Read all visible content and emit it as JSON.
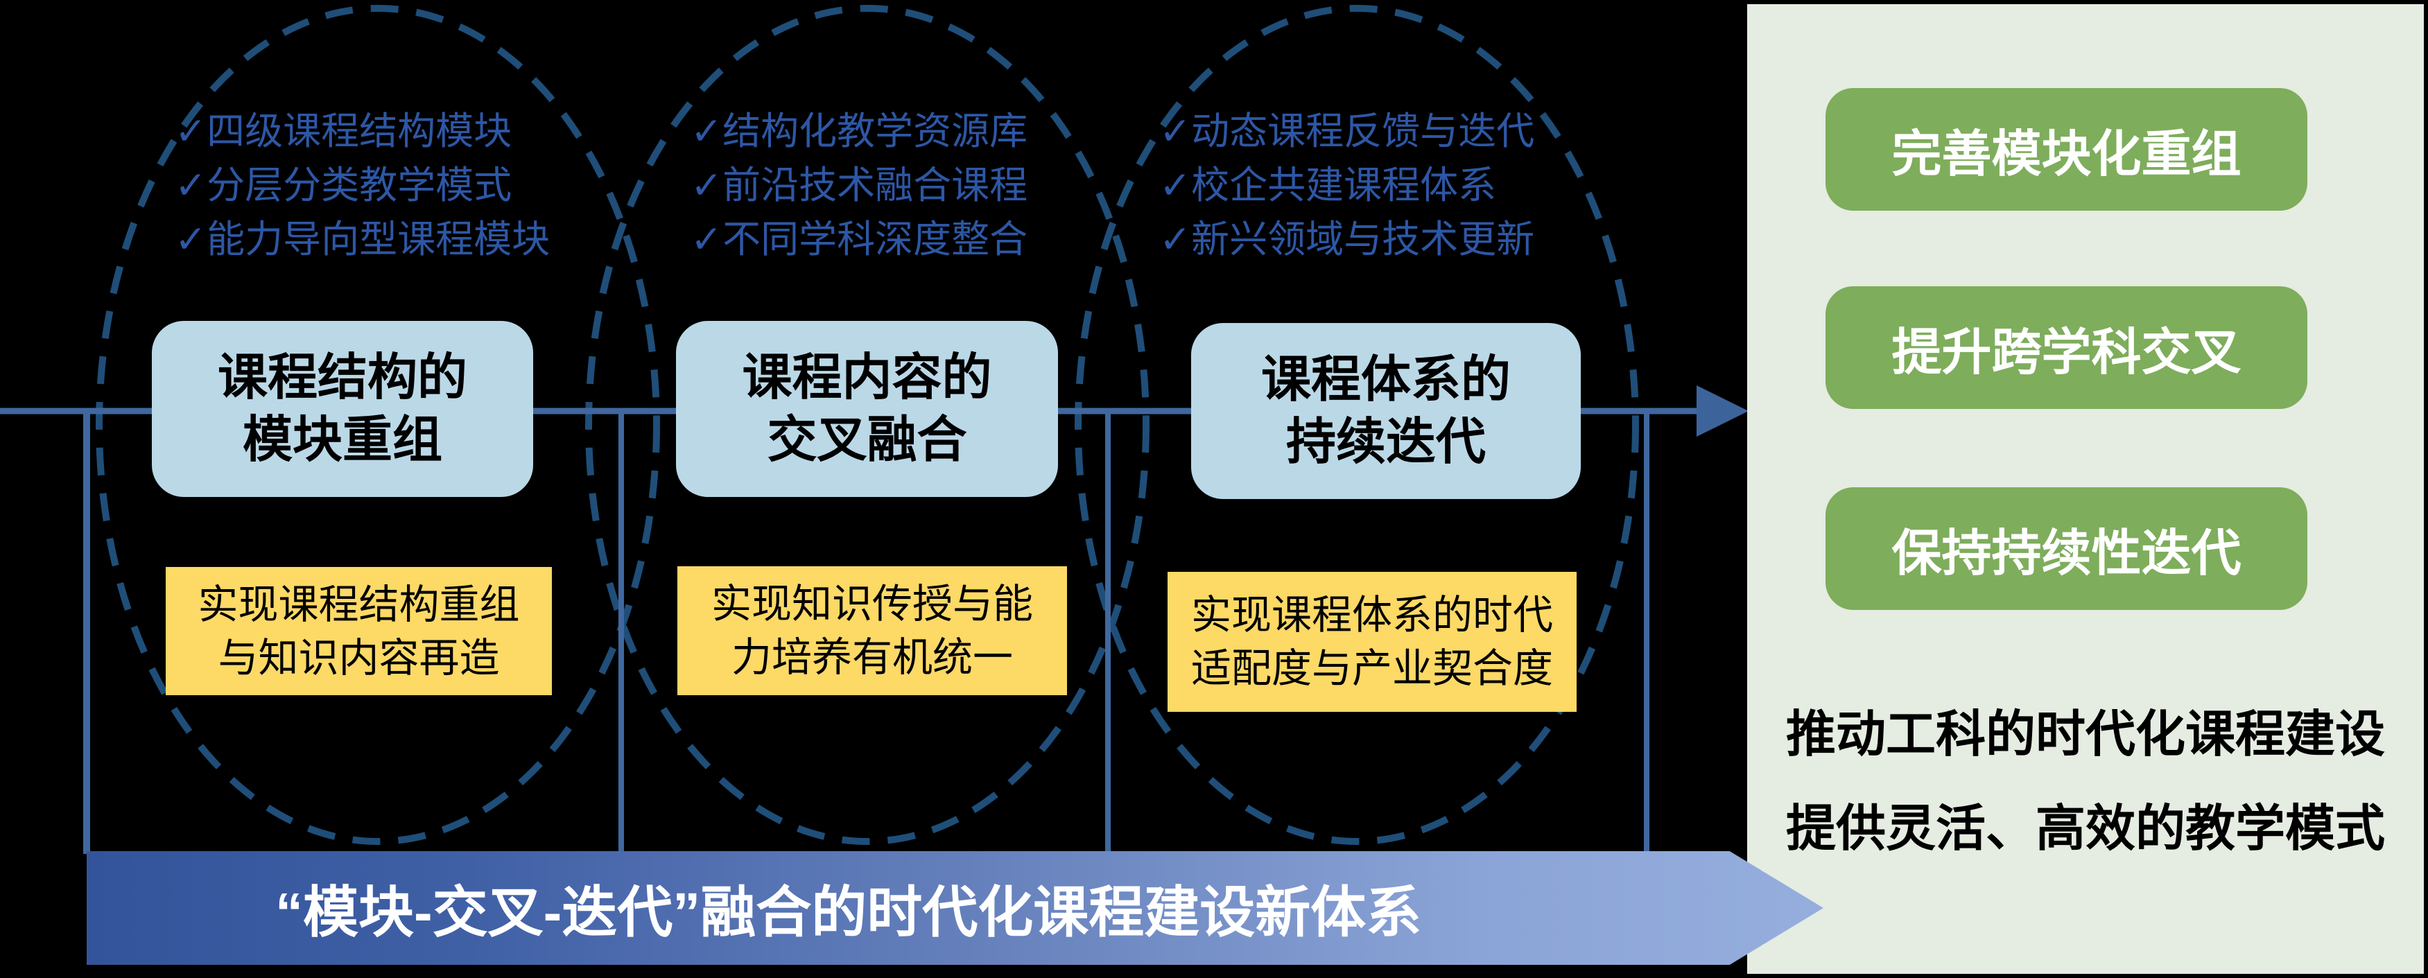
{
  "colors": {
    "background": "#000000",
    "ellipse_dash": "#1f4e79",
    "flow_line": "#40689f",
    "checklist_text": "#2d57a5",
    "title_box": "#bbd8e7",
    "result_box": "#fdd966",
    "panel_background": "#e5ece1",
    "outcome_box": "#7ead5c",
    "banner_gradient_left": "#33549a",
    "banner_gradient_right": "#95aedd"
  },
  "stages": [
    {
      "checklist": [
        "✓四级课程结构模块",
        "✓分层分类教学模式",
        "✓能力导向型课程模块"
      ],
      "title_lines": [
        "课程结构的",
        "模块重组"
      ],
      "result_lines": [
        "实现课程结构重组",
        "与知识内容再造"
      ]
    },
    {
      "checklist": [
        "✓结构化教学资源库",
        "✓前沿技术融合课程",
        "✓不同学科深度整合"
      ],
      "title_lines": [
        "课程内容的",
        "交叉融合"
      ],
      "result_lines": [
        "实现知识传授与能",
        "力培养有机统一"
      ]
    },
    {
      "checklist": [
        "✓动态课程反馈与迭代",
        "✓校企共建课程体系",
        "✓新兴领域与技术更新"
      ],
      "title_lines": [
        "课程体系的",
        "持续迭代"
      ],
      "result_lines": [
        "实现课程体系的时代",
        "适配度与产业契合度"
      ]
    }
  ],
  "outcomes": {
    "boxes": [
      "完善模块化重组",
      "提升跨学科交叉",
      "保持持续性迭代"
    ],
    "summary_lines": [
      "推动工科的时代化课程建设",
      "提供灵活、高效的教学模式"
    ]
  },
  "banner": {
    "text": "“模块-交叉-迭代”融合的时代化课程建设新体系"
  }
}
